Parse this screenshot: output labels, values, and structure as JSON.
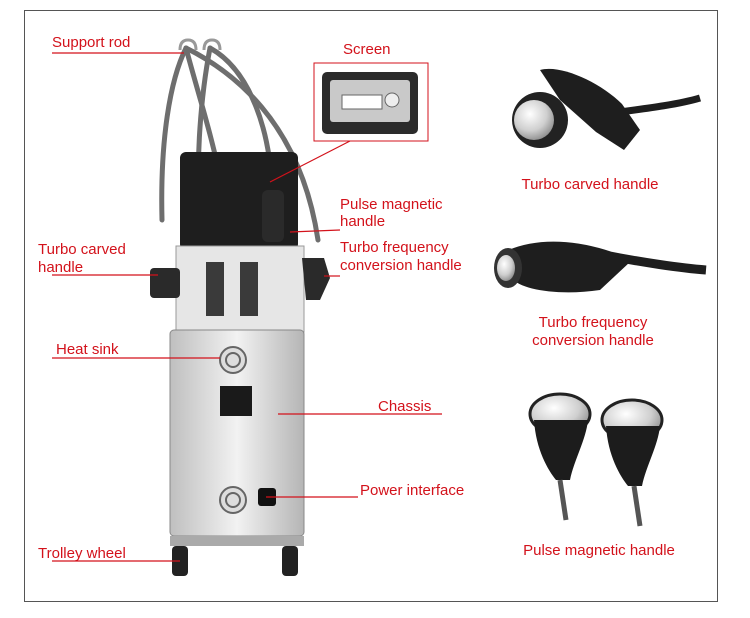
{
  "colors": {
    "label": "#d3121b",
    "frame": "#555555",
    "machine": "#d8d8d8",
    "handle": "#2a2a2a"
  },
  "labels": {
    "support_rod": "Support rod",
    "screen": "Screen",
    "turbo_carved_handle_left_l1": "Turbo carved",
    "turbo_carved_handle_left_l2": "handle",
    "pulse_magnetic_l1": "Pulse magnetic",
    "pulse_magnetic_l2": "handle",
    "turbo_freq_left_l1": "Turbo frequency",
    "turbo_freq_left_l2": "conversion handle",
    "heat_sink": "Heat sink",
    "chassis": "Chassis",
    "power_interface": "Power interface",
    "trolley_wheel": "Trolley wheel",
    "right_turbo_carved": "Turbo carved handle",
    "right_turbo_freq_l1": "Turbo frequency",
    "right_turbo_freq_l2": "conversion handle",
    "right_pulse_magnetic": "Pulse magnetic handle"
  }
}
